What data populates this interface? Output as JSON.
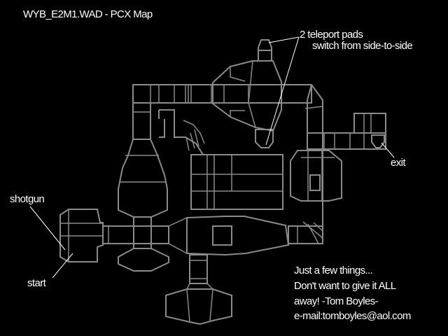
{
  "title": "WYB_E2M1.WAD  - PCX Map",
  "annotations": {
    "teleport_line1": "2 teleport pads",
    "teleport_line2": "switch from side-to-side",
    "exit": "exit",
    "shotgun": "shotgun",
    "start": "start"
  },
  "note": {
    "line1": "Just a few things...",
    "line2": "Don't want to give it ALL",
    "line3": "away!  -Tom Boyles-",
    "line4": "e-mail:tomboyles@aol.com"
  },
  "colors": {
    "background": "#000000",
    "walls": "#8a8a8a",
    "text": "#ffffff"
  }
}
